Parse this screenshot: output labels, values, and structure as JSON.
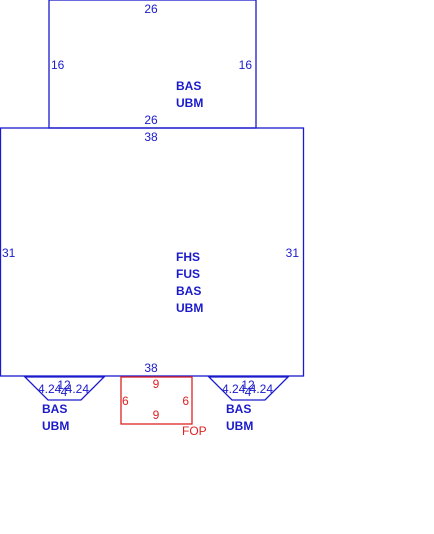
{
  "colors": {
    "structure": "#1a1acc",
    "fop": "#dd2222",
    "background": "#ffffff"
  },
  "upper_floor": {
    "top_width": "26",
    "bottom_width": "26",
    "left_depth": "16",
    "right_depth": "16",
    "codes": [
      "BAS",
      "UBM"
    ]
  },
  "main_floor": {
    "top_width": "38",
    "bottom_width": "38",
    "left_depth": "31",
    "right_depth": "31",
    "codes": [
      "FHS",
      "FUS",
      "BAS",
      "UBM"
    ]
  },
  "left_bay": {
    "top_width": "12",
    "angled_left": "4.24",
    "angled_right": "4.24",
    "bottom_width": "4",
    "codes": [
      "BAS",
      "UBM"
    ]
  },
  "right_bay": {
    "top_width": "12",
    "angled_left": "4.24",
    "angled_right": "4.24",
    "bottom_width": "4",
    "codes": [
      "BAS",
      "UBM"
    ]
  },
  "porch": {
    "top_width": "9",
    "bottom_width": "9",
    "left_depth": "6",
    "right_depth": "6",
    "code": "FOP"
  }
}
